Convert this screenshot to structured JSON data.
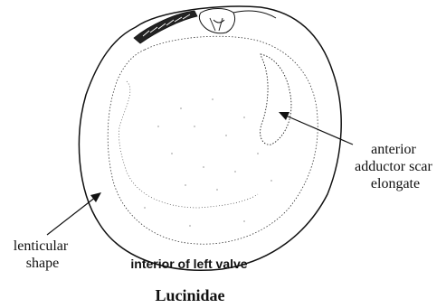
{
  "figure": {
    "callouts": {
      "scar": [
        "anterior",
        "adductor scar",
        "elongate"
      ],
      "shape": [
        "lenticular",
        "shape"
      ]
    },
    "view_label": "interior of left valve",
    "family_label": "Lucinidae"
  }
}
